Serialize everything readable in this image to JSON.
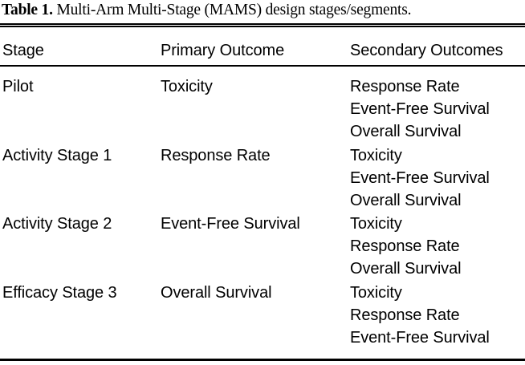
{
  "caption": {
    "label": "Table 1.",
    "text": " Multi-Arm Multi-Stage (MAMS) design stages/segments."
  },
  "table": {
    "columns": [
      {
        "key": "stage",
        "header": "Stage"
      },
      {
        "key": "primary",
        "header": "Primary Outcome"
      },
      {
        "key": "secondary",
        "header": "Secondary Outcomes"
      }
    ],
    "rows": [
      {
        "stage": "Pilot",
        "primary": "Toxicity",
        "secondary": [
          "Response Rate",
          "Event-Free Survival",
          "Overall Survival"
        ]
      },
      {
        "stage": "Activity Stage 1",
        "primary": "Response Rate",
        "secondary": [
          "Toxicity",
          "Event-Free Survival",
          "Overall Survival"
        ]
      },
      {
        "stage": "Activity Stage 2",
        "primary": "Event-Free Survival",
        "secondary": [
          "Toxicity",
          "Response Rate",
          "Overall Survival"
        ]
      },
      {
        "stage": "Efficacy Stage 3",
        "primary": "Overall Survival",
        "secondary": [
          "Toxicity",
          "Response Rate",
          "Event-Free Survival"
        ]
      }
    ]
  },
  "style": {
    "text_color": "#000000",
    "background_color": "#ffffff",
    "rule_color": "#000000"
  }
}
